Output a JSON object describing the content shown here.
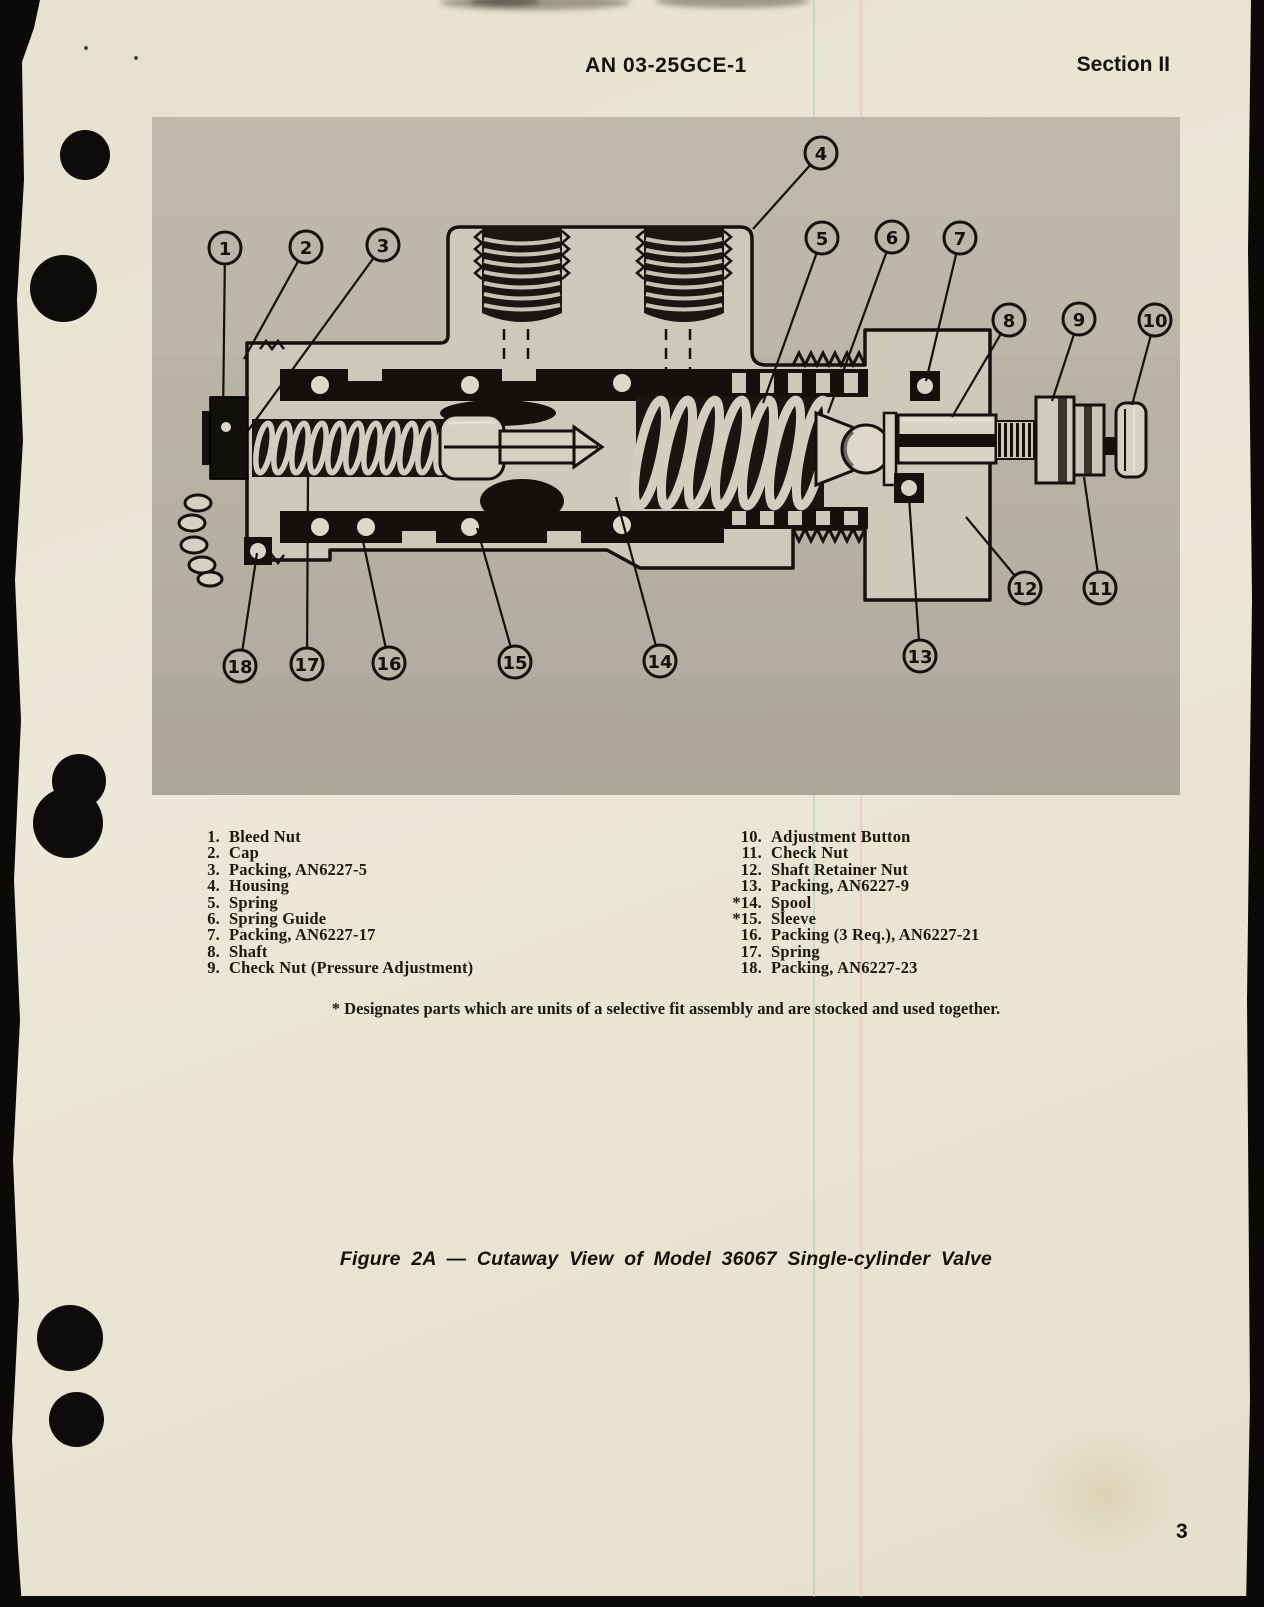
{
  "header": {
    "doc_number": "AN 03-25GCE-1",
    "section": "Section II"
  },
  "figure": {
    "caption": "Figure 2A — Cutaway View of Model 36067 Single-cylinder Valve",
    "callouts": [
      "1",
      "2",
      "3",
      "4",
      "5",
      "6",
      "7",
      "8",
      "9",
      "10",
      "11",
      "12",
      "13",
      "14",
      "15",
      "16",
      "17",
      "18"
    ]
  },
  "parts_list": {
    "left": [
      {
        "num": "1.",
        "name": "Bleed Nut"
      },
      {
        "num": "2.",
        "name": "Cap"
      },
      {
        "num": "3.",
        "name": "Packing, AN6227-5"
      },
      {
        "num": "4.",
        "name": "Housing"
      },
      {
        "num": "5.",
        "name": "Spring"
      },
      {
        "num": "6.",
        "name": "Spring Guide"
      },
      {
        "num": "7.",
        "name": "Packing, AN6227-17"
      },
      {
        "num": "8.",
        "name": "Shaft"
      },
      {
        "num": "9.",
        "name": "Check Nut (Pressure Adjustment)"
      }
    ],
    "right": [
      {
        "num": "10.",
        "name": "Adjustment Button"
      },
      {
        "num": "11.",
        "name": "Check Nut"
      },
      {
        "num": "12.",
        "name": "Shaft Retainer Nut"
      },
      {
        "num": "13.",
        "name": "Packing, AN6227-9"
      },
      {
        "num": "*14.",
        "name": "Spool"
      },
      {
        "num": "*15.",
        "name": "Sleeve"
      },
      {
        "num": "16.",
        "name": "Packing (3 Req.), AN6227-21"
      },
      {
        "num": "17.",
        "name": "Spring"
      },
      {
        "num": "18.",
        "name": "Packing, AN6227-23"
      }
    ]
  },
  "footnote": "* Designates parts which are units of a selective fit assembly and are stocked and used together.",
  "page_number": "3",
  "colors": {
    "paper": "#e9e4d1",
    "photo_background": "#b6b1a3",
    "ink": "#15120c",
    "metal_light": "#ccc8ba",
    "artifact_green": "#96cdaf",
    "artifact_pink": "#f0afc8"
  }
}
